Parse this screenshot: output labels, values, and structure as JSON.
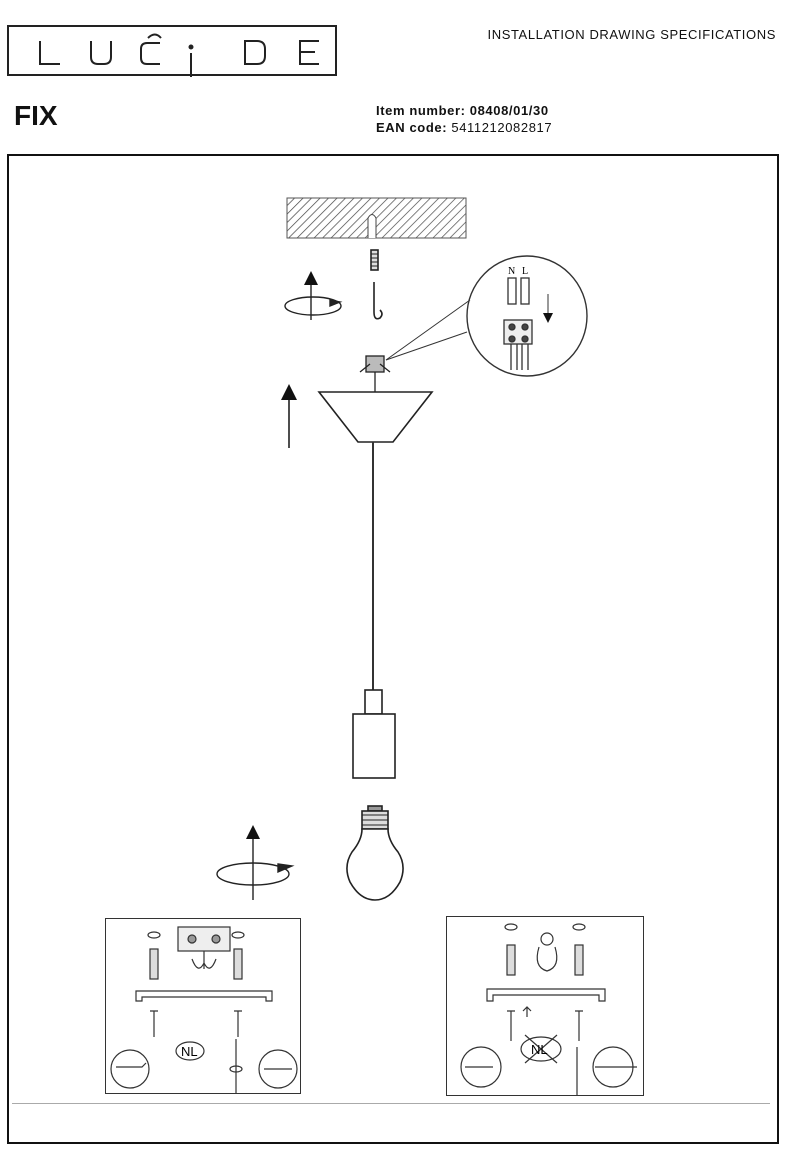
{
  "header": {
    "brand": "LUCIDE",
    "doc_title": "INSTALLATION DRAWING SPECIFICATIONS",
    "product_name": "FIX",
    "item_number_label": "Item number:",
    "item_number_value": "08408/01/30",
    "ean_label": "EAN code:",
    "ean_value": "5411212082817"
  },
  "diagram": {
    "terminal_labels": [
      "N",
      "L"
    ],
    "inset_left_label": "NL",
    "inset_right_label": "NL"
  }
}
